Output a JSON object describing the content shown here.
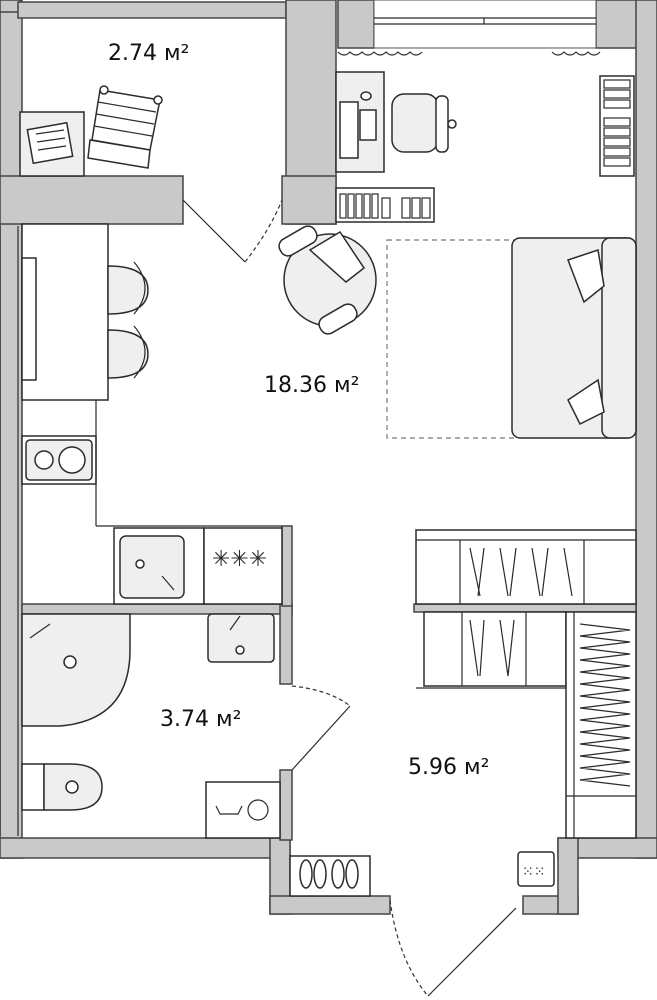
{
  "rooms": [
    {
      "id": "balcony",
      "area": "2.74 м²"
    },
    {
      "id": "living",
      "area": "18.36 м²"
    },
    {
      "id": "bathroom",
      "area": "3.74 м²"
    },
    {
      "id": "hallway",
      "area": "5.96 м²"
    }
  ],
  "icons": [
    "lounge-chair-icon",
    "newspaper-icon",
    "desk-icon",
    "office-chair-icon",
    "bookshelf-icon",
    "armchair-icon",
    "sofa-icon",
    "bar-stool-icon",
    "cooktop-icon",
    "kitchen-sink-icon",
    "stove-icon",
    "shower-icon",
    "washbasin-icon",
    "toilet-icon",
    "washing-machine-icon",
    "wardrobe-icon",
    "shoe-rack-icon",
    "door-icon",
    "window-icon"
  ],
  "colors": {
    "wall": "#c9c9c9",
    "line": "#2b2b2b",
    "background": "#ffffff"
  }
}
